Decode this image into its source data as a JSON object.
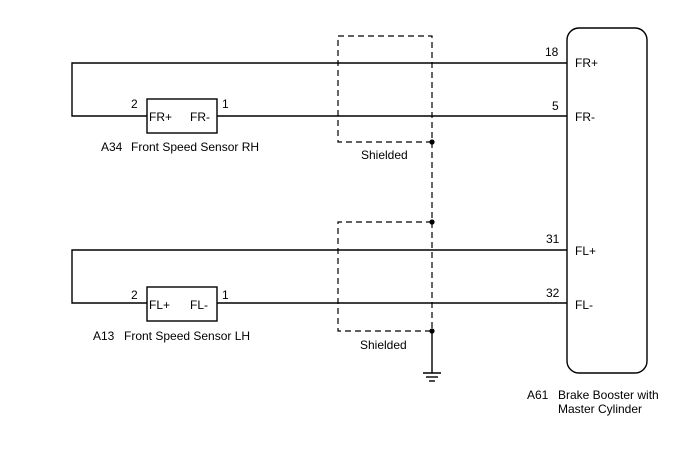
{
  "ecu": {
    "code": "A61",
    "name_line1": "Brake Booster with",
    "name_line2": "Master Cylinder",
    "pins": [
      {
        "num": "18",
        "label": "FR+"
      },
      {
        "num": "5",
        "label": "FR-"
      },
      {
        "num": "31",
        "label": "FL+"
      },
      {
        "num": "32",
        "label": "FL-"
      }
    ]
  },
  "sensor_rh": {
    "code": "A34",
    "name": "Front Speed Sensor RH",
    "pin_plus": {
      "num": "2",
      "label": "FR+"
    },
    "pin_minus": {
      "num": "1",
      "label": "FR-"
    }
  },
  "sensor_lh": {
    "code": "A13",
    "name": "Front Speed Sensor LH",
    "pin_plus": {
      "num": "2",
      "label": "FL+"
    },
    "pin_minus": {
      "num": "1",
      "label": "FL-"
    }
  },
  "shield_top": {
    "label": "Shielded"
  },
  "shield_bottom": {
    "label": "Shielded"
  },
  "icons": {
    "ground": "ground-icon"
  }
}
